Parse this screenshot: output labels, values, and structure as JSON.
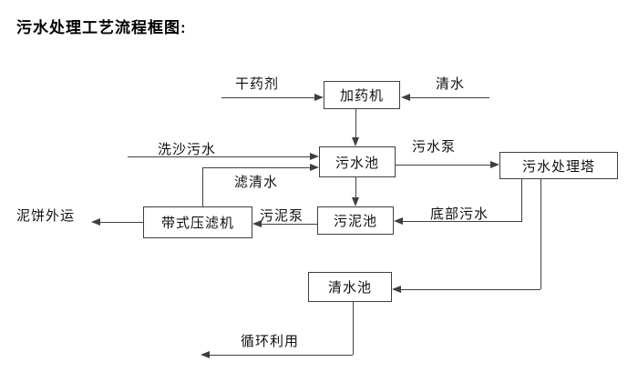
{
  "title": "污水处理工艺流程框图:",
  "colors": {
    "line": "#3f3f3f",
    "text": "#111111",
    "node_background": "#ffffff"
  },
  "diagram": {
    "nodes": {
      "dosing_machine": {
        "label": "加药机"
      },
      "sewage_pool": {
        "label": "污水池"
      },
      "treatment_tower": {
        "label": "污水处理塔"
      },
      "sludge_pool": {
        "label": "污泥池"
      },
      "belt_filter_press": {
        "label": "带式压滤机"
      },
      "clean_water_pool": {
        "label": "清水池"
      }
    },
    "flow_labels": {
      "dry_agent": "干药剂",
      "clean_water": "清水",
      "sand_wash_sewage": "洗沙污水",
      "filtered_water": "滤清水",
      "sewage_pump": "污水泵",
      "sludge_pump": "污泥泵",
      "bottom_sewage": "底部污水",
      "mud_cake_outbound": "泥饼外运",
      "recycling": "循环利用"
    }
  }
}
